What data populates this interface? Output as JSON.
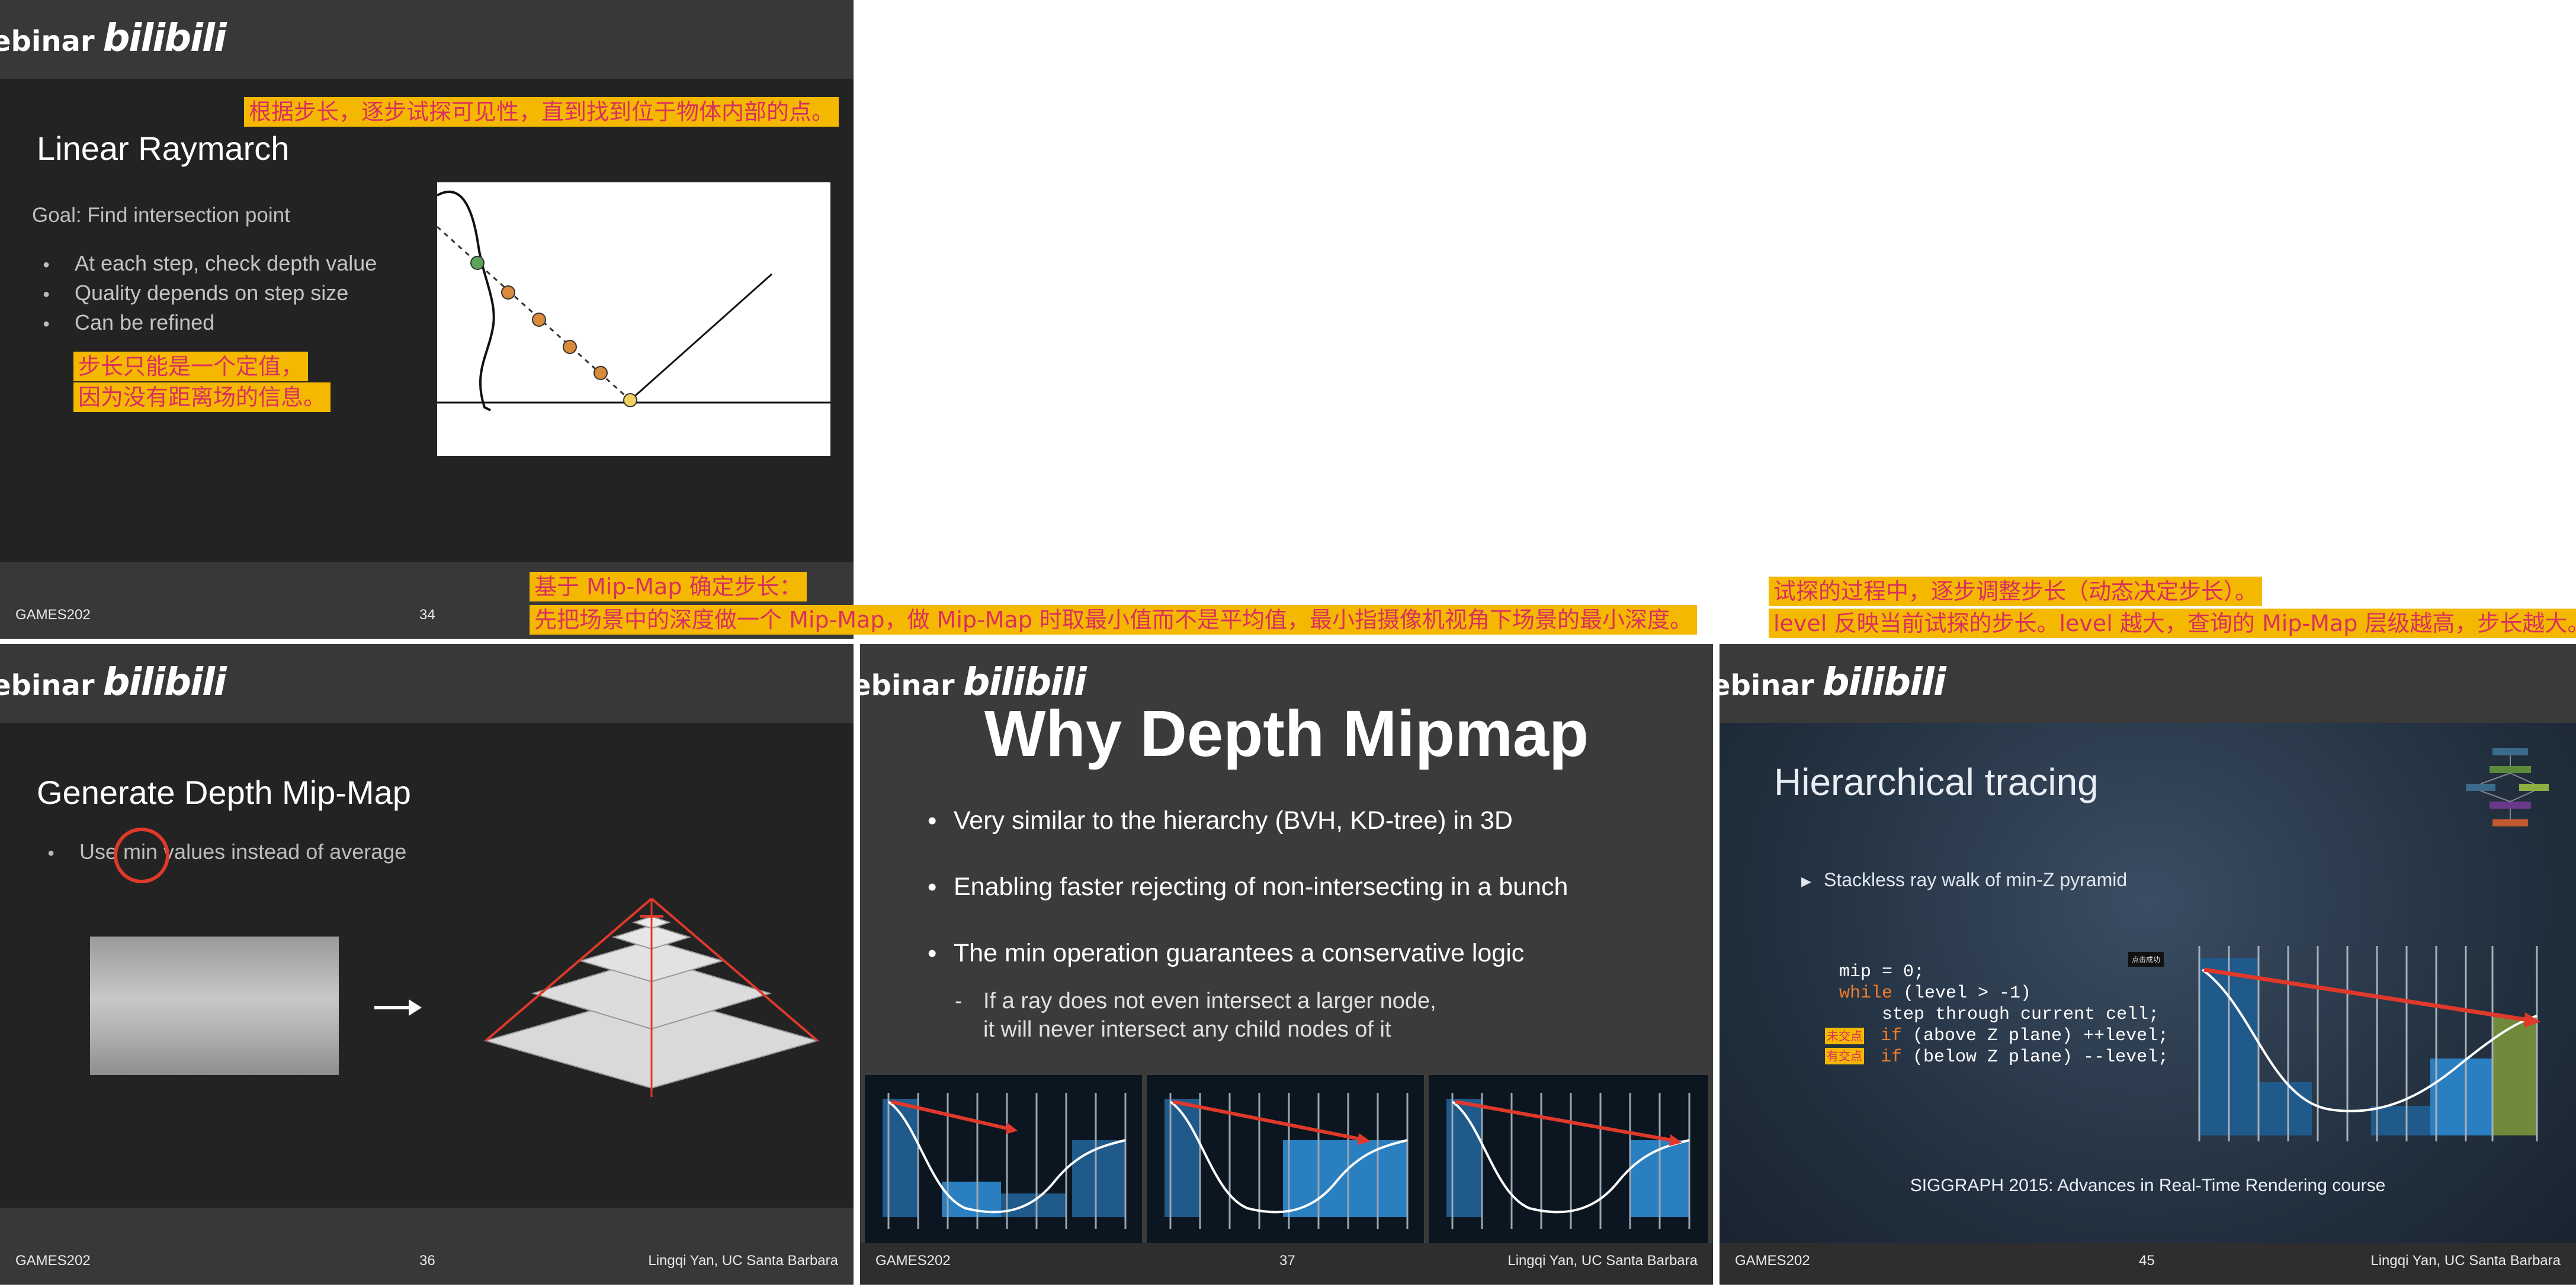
{
  "watermark": {
    "prefix": "ebinar",
    "logo": "bilibili"
  },
  "slide34": {
    "title": "Linear Raymarch",
    "goal": "Goal: Find intersection point",
    "bullets": [
      "At each step, check depth value",
      "Quality depends on step size",
      "Can be refined"
    ],
    "footer_left": "GAMES202",
    "page": "34"
  },
  "slide36": {
    "title": "Generate Depth Mip-Map",
    "bullet_prefix": "Use ",
    "bullet_highlight": "min",
    "bullet_suffix": " values instead of average",
    "footer_left": "GAMES202",
    "page": "36",
    "footer_right": "Lingqi Yan, UC Santa Barbara"
  },
  "slide37": {
    "title": "Why Depth Mipmap",
    "bullets": [
      "Very similar to the hierarchy (BVH, KD-tree) in 3D",
      "Enabling faster rejecting of non-intersecting in a bunch",
      "The min operation guarantees a conservative logic"
    ],
    "sub_line1": "If a ray does not even intersect a larger node,",
    "sub_line2": "it will never intersect any child nodes of it",
    "sub_dash": "-",
    "footer_left": "GAMES202",
    "page": "37",
    "footer_right": "Lingqi Yan, UC Santa Barbara"
  },
  "slide45": {
    "title": "Hierarchical tracing",
    "bullet": "Stackless ray walk of min-Z pyramid",
    "bullet_marker": "▶",
    "code": {
      "l1_a": "mip = 0;",
      "l2_kw": "while",
      "l2_b": " (level > -1)",
      "l3": "    step through current cell;",
      "l4_kw": "if",
      "l4_b": " (above Z plane) ++level;",
      "l5_kw": "if",
      "l5_b": " (below Z plane) --level;"
    },
    "code_notes": [
      "未交点",
      "有交点"
    ],
    "tooltip": "点击成功",
    "credit": "SIGGRAPH 2015: Advances in Real-Time Rendering course",
    "footer_left": "GAMES202",
    "page": "45",
    "footer_right": "Lingqi Yan, UC Santa Barbara"
  },
  "annotations": {
    "a1": "根据步长，逐步试探可见性，直到找到位于物体内部的点。",
    "a2_line1": "步长只能是一个定值，",
    "a2_line2": "因为没有距离场的信息。",
    "a3_line1": "基于 Mip-Map 确定步长：",
    "a3_line2": "先把场景中的深度做一个 Mip-Map，做 Mip-Map 时取最小值而不是平均值，最小指摄像机视角下场景的最小深度。",
    "a4_line1": "试探的过程中，逐步调整步长（动态决定步长）。",
    "a4_line2": "level 反映当前试探的步长。level 越大，查询的 Mip-Map 层级越高，步长越大。"
  },
  "colors": {
    "annotation_bg": "#f5b800",
    "annotation_text": "#d9305f",
    "ray": "#e0392b",
    "bar": "#2a7fc0"
  }
}
